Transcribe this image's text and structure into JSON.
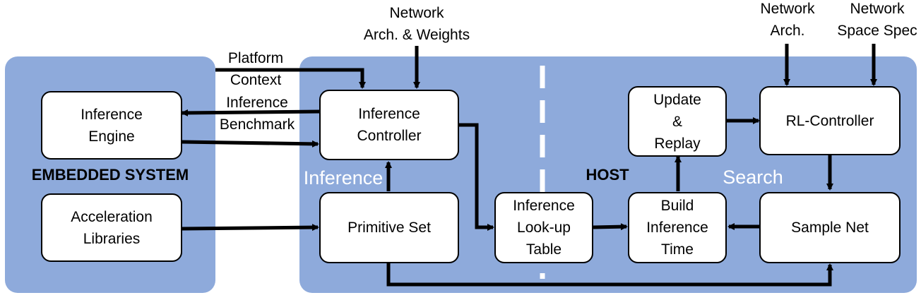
{
  "panels": {
    "embedded_label": "EMBEDDED SYSTEM",
    "host_label": "HOST",
    "inference_label": "Inference",
    "search_label": "Search"
  },
  "boxes": {
    "inference_engine": "Inference\nEngine",
    "acceleration_libraries": "Acceleration\nLibraries",
    "inference_controller": "Inference\nController",
    "primitive_set": "Primitive Set",
    "inference_lookup_table": "Inference\nLook-up\nTable",
    "update_replay": "Update\n&\nReplay",
    "build_inference_time": "Build\nInference\nTime",
    "rl_controller": "RL-Controller",
    "sample_net": "Sample Net"
  },
  "edge_labels": {
    "platform_context": "Platform\nContext",
    "inference_benchmark": "Inference\nBenchmark",
    "network_arch_weights": "Network\nArch.  & Weights",
    "network_arch": "Network\nArch.",
    "network_space_spec": "Network\nSpace Spec"
  },
  "colors": {
    "panel": "#8eaadb",
    "box_fill": "#ffffff",
    "line": "#000000",
    "region_text": "#ffffff"
  }
}
